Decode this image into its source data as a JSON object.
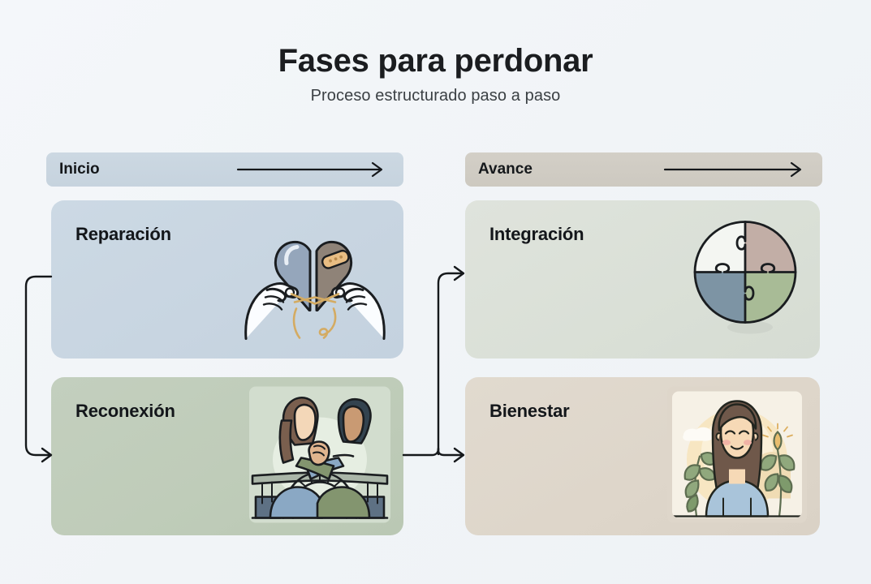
{
  "header": {
    "title": "Fases para perdonar",
    "subtitle": "Proceso estructurado paso a paso"
  },
  "colors": {
    "background": "#f2f5f8",
    "title_text": "#1b1d20",
    "subtitle_text": "#3b4044",
    "connector": "#15181b",
    "bar_inicio": "#ccd8e2",
    "bar_avance": "#d3cfc7",
    "card_reparacion": "#ccd9e4",
    "card_reconexion": "#c3cfbe",
    "card_integracion": "#dfe3dc",
    "card_bienestar": "#e1dacf"
  },
  "phase_bars": [
    {
      "id": "inicio",
      "label": "Inicio",
      "arrow_icon": "arrow-right-icon"
    },
    {
      "id": "avance",
      "label": "Avance",
      "arrow_icon": "arrow-right-icon"
    }
  ],
  "cards": [
    {
      "id": "reparacion",
      "title": "Reparación",
      "column": "left",
      "row": 1,
      "illustration": "broken-heart-mending-hands-illustration"
    },
    {
      "id": "reconexion",
      "title": "Reconexión",
      "column": "left",
      "row": 2,
      "illustration": "two-people-handshake-bridge-illustration"
    },
    {
      "id": "integracion",
      "title": "Integración",
      "column": "right",
      "row": 1,
      "illustration": "circular-puzzle-illustration"
    },
    {
      "id": "bienestar",
      "title": "Bienestar",
      "column": "right",
      "row": 2,
      "illustration": "serene-woman-with-plants-illustration"
    }
  ],
  "connectors": [
    {
      "id": "left-loop",
      "from": "reparacion",
      "to": "reconexion",
      "style": "rounded-u-turn",
      "arrow_icon": "arrow-right-icon"
    },
    {
      "id": "middle-top",
      "from": "reconexion",
      "to": "integracion",
      "style": "vertical-then-right",
      "arrow_icon": "arrow-right-icon"
    },
    {
      "id": "middle-bottom",
      "from": "reconexion",
      "to": "bienestar",
      "style": "horizontal-then-right",
      "arrow_icon": "arrow-right-icon"
    }
  ]
}
